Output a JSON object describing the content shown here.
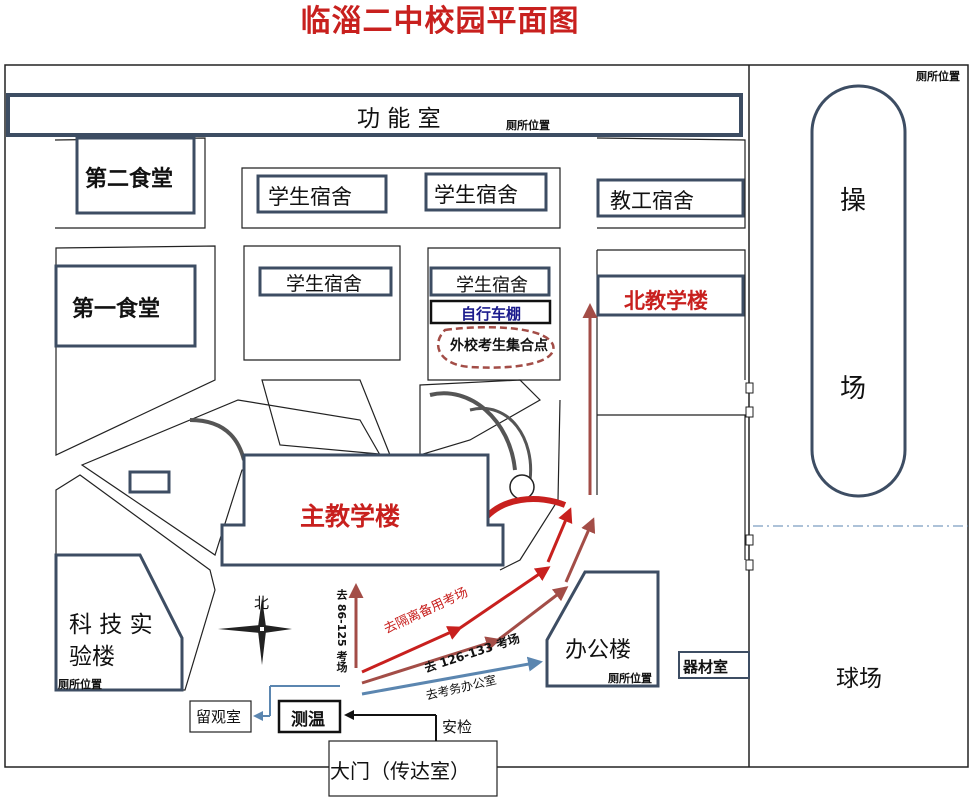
{
  "title": "临淄二中校园平面图",
  "buildings": {
    "function_room": "功 能 室",
    "canteen_2": "第二食堂",
    "canteen_1": "第一食堂",
    "dorm_a": "学生宿舍",
    "dorm_b": "学生宿舍",
    "dorm_c": "学生宿舍",
    "dorm_d": "学生宿舍",
    "staff_dorm": "教工宿舍",
    "north_teaching": "北教学楼",
    "main_teaching": "主教学楼",
    "bike_shed": "自行车棚",
    "assembly_point": "外校考生集合点",
    "science_lab_line1": "科 技 实",
    "science_lab_line2": "验楼",
    "office": "办公楼",
    "equipment_room": "器材室",
    "playground_1": "操",
    "playground_2": "场",
    "ball_court": "球场",
    "observation_room": "留观室",
    "temperature_check": "测温",
    "gate": "大门（传达室）"
  },
  "toilets": {
    "top_right": "厕所位置",
    "function_room": "厕所位置",
    "science_lab": "厕所位置",
    "office": "厕所位置"
  },
  "routes": {
    "to_86_125": "去 86-125 考场",
    "to_isolation": "去隔离备用考场",
    "to_126_133": "去 126-133 考场",
    "to_exam_office": "去考务办公室",
    "security_check": "安检"
  },
  "compass": {
    "north": "北"
  },
  "colors": {
    "red": "#c8201e",
    "building_border": "#3d4d63",
    "route_brown": "#a34d47",
    "route_blue": "#5b86b0"
  }
}
